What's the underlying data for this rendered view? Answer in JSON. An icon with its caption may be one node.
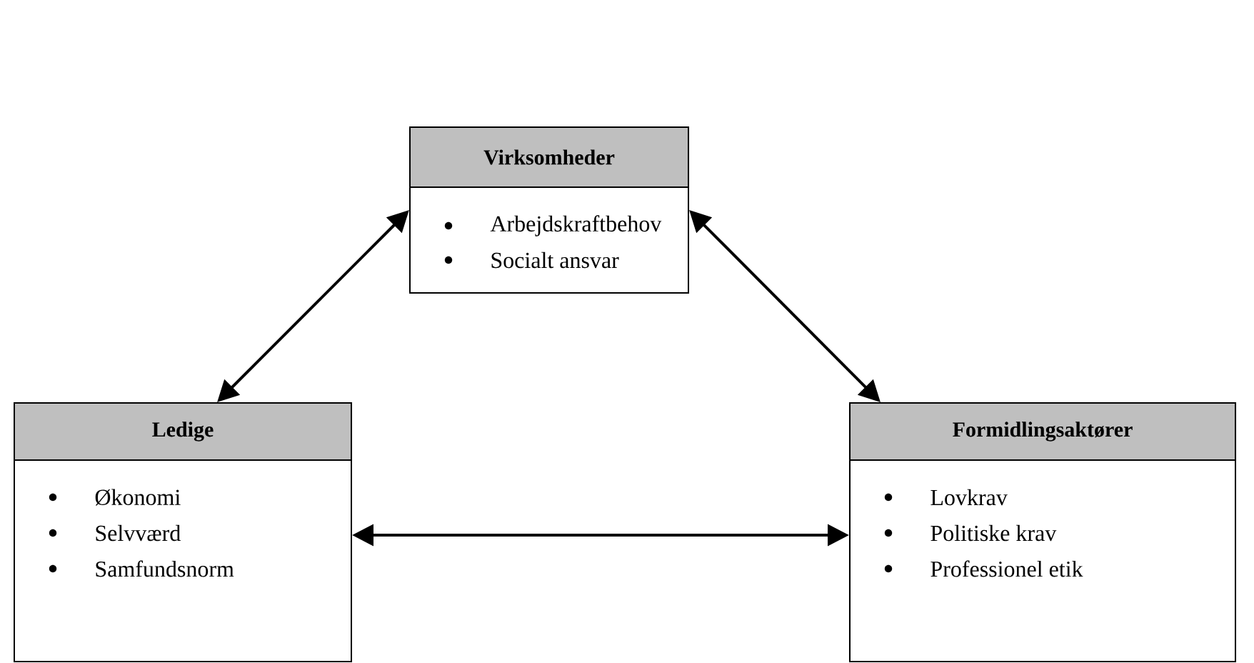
{
  "diagram": {
    "nodes": [
      {
        "text": [
          "Virksomheder",
          "Arbejdskraftbehov",
          "Socialt ansvar"
        ]
      },
      {
        "text": [
          "Ledige",
          "Økonomi",
          "Selvværd",
          "Samfundsnorm"
        ]
      },
      {
        "text": [
          "Formidlingsaktører",
          "Lovkrav",
          "Politiske krav",
          "Professionel etik"
        ]
      }
    ],
    "edges": [
      {
        "from": 0,
        "to": 1,
        "arrow": "both"
      },
      {
        "from": 0,
        "to": 2,
        "arrow": "both"
      },
      {
        "from": 1,
        "to": 2,
        "arrow": "both"
      }
    ]
  }
}
